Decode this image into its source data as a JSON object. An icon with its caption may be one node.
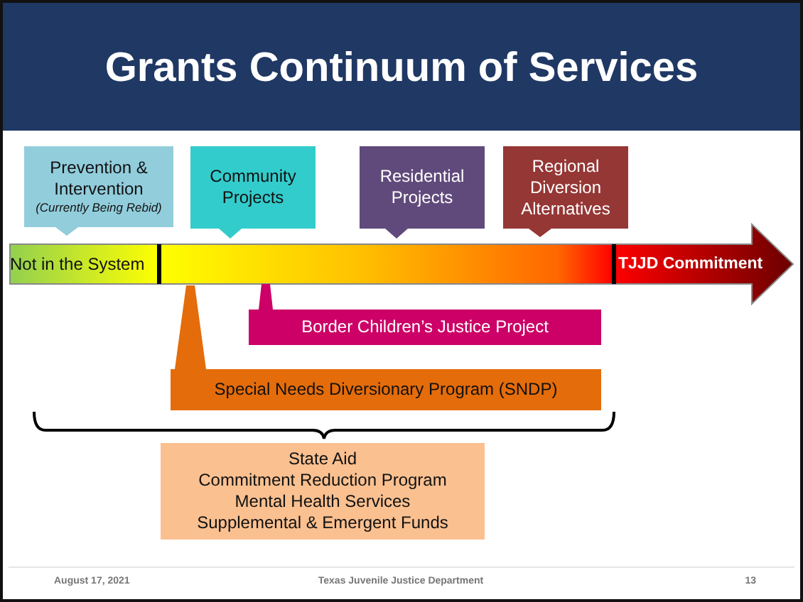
{
  "diagram": {
    "title": "Grants Continuum of Services",
    "nodes": [
      {
        "text": [
          "Prevention & Intervention",
          "(Currently Being Rebid)"
        ]
      },
      {
        "text": [
          "Community Projects"
        ]
      },
      {
        "text": [
          "Residential Projects"
        ]
      },
      {
        "text": [
          "Regional Diversion Alternatives"
        ]
      },
      {
        "text": [
          "Not in the System",
          "TJJD Commitment"
        ]
      },
      {
        "text": [
          "Border Children’s Justice Project"
        ]
      },
      {
        "text": [
          "Special Needs Diversionary Program (SNDP)"
        ]
      },
      {
        "text": [
          "State Aid",
          "Commitment Reduction Program",
          "Mental Health Services",
          "Supplemental & Emergent Funds"
        ]
      }
    ],
    "edges": [],
    "labels": [
      "August 17, 2021",
      "Texas Juvenile Justice Department",
      "13"
    ]
  }
}
